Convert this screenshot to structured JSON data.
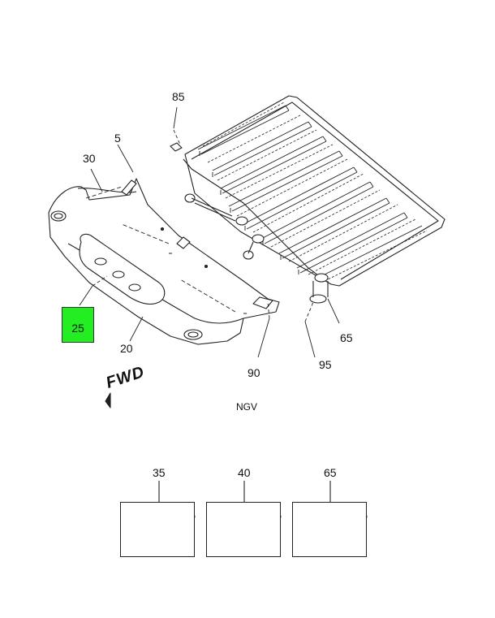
{
  "diagram": {
    "callouts": {
      "c85": "85",
      "c5": "5",
      "c30": "30",
      "c25": "25",
      "c20": "20",
      "c90": "90",
      "c65": "65",
      "c95": "95"
    },
    "fwd_label": "FWD",
    "variant_label": "NGV",
    "kits": [
      {
        "number": "35"
      },
      {
        "number": "40"
      },
      {
        "number": "65"
      }
    ],
    "colors": {
      "highlight": "#22ee22",
      "line": "#222222",
      "fill": "#ffffff"
    }
  }
}
